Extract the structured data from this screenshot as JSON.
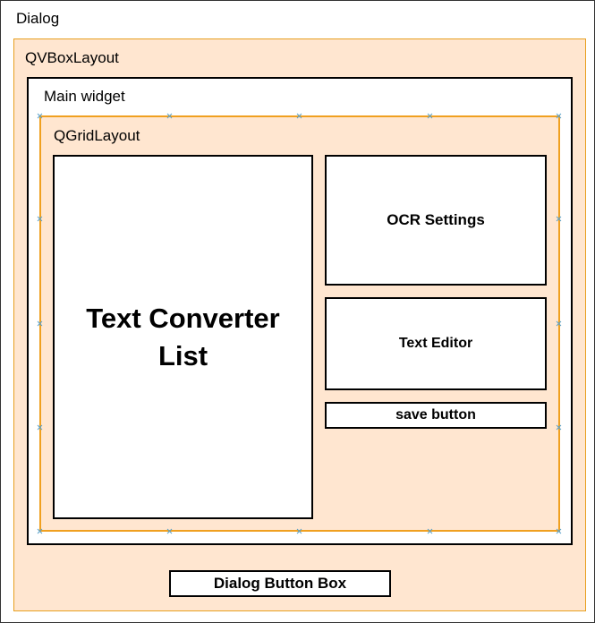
{
  "dialog": {
    "title": "Dialog"
  },
  "vbox": {
    "label": "QVBoxLayout"
  },
  "main_widget": {
    "label": "Main widget"
  },
  "grid": {
    "label": "QGridLayout"
  },
  "text_converter_list": {
    "line1": "Text Converter",
    "line2": "List"
  },
  "ocr_settings": {
    "label": "OCR Settings"
  },
  "text_editor": {
    "label": "Text Editor"
  },
  "save_button": {
    "label": "save button"
  },
  "dialog_button_box": {
    "label": "Dialog Button Box"
  },
  "colors": {
    "layout_fill": "#ffe6d0",
    "layout_border": "#f0a020",
    "handle": "#5aa0c8",
    "widget_border": "#000000"
  }
}
